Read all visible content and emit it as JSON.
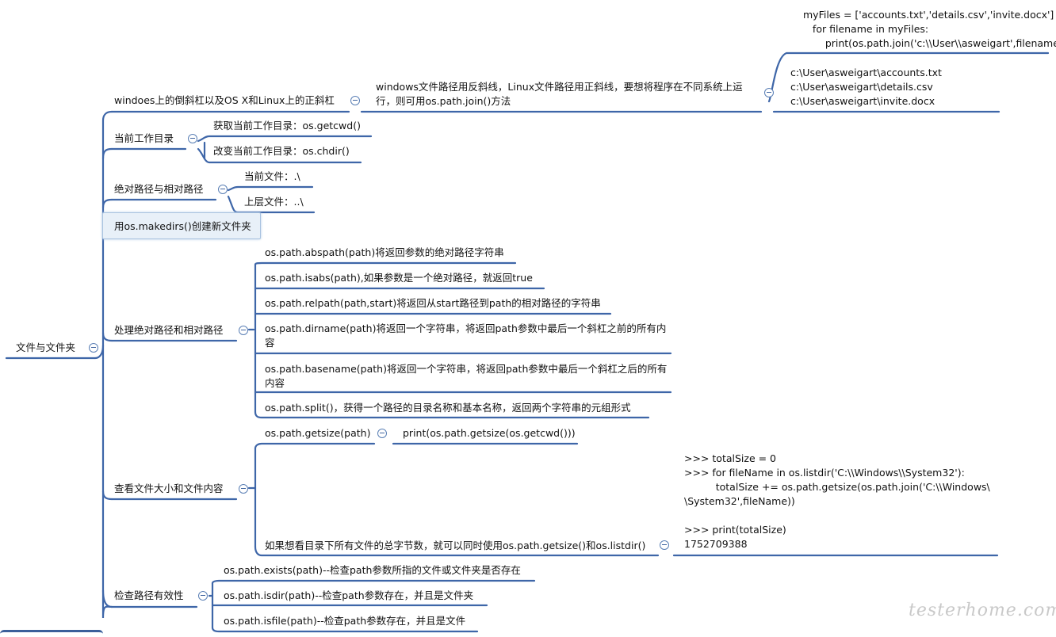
{
  "root": "文件与文件夹",
  "branches": {
    "slashes": "windoes上的倒斜杠以及OS X和Linux上的正斜杠",
    "slashes_desc": "windows文件路径用反斜线，Linux文件路径用正斜线，要想将程序在不同系统上运行，则可用os.path.join()方法",
    "slashes_code": "myFiles = ['accounts.txt','details.csv','invite.docx']\n   for filename in myFiles:\n       print(os.path.join('c:\\\\User\\\\asweigart',filename))",
    "slashes_output": "c:\\User\\asweigart\\accounts.txt\nc:\\User\\asweigart\\details.csv\nc:\\User\\asweigart\\invite.docx",
    "cwd": "当前工作目录",
    "cwd_get": "获取当前工作目录：os.getcwd()",
    "cwd_change": "改变当前工作目录：os.chdir()",
    "absrel": "绝对路径与相对路径",
    "absrel_current": "当前文件：.\\",
    "absrel_parent": "上层文件：..\\",
    "makedirs": "用os.makedirs()创建新文件夹",
    "process": "处理绝对路径和相对路径",
    "process_items": [
      "os.path.abspath(path)将返回参数的绝对路径字符串",
      "os.path.isabs(path),如果参数是一个绝对路径，就返回true",
      "os.path.relpath(path,start)将返回从start路径到path的相对路径的字符串",
      "os.path.dirname(path)将返回一个字符串，将返回path参数中最后一个斜杠之前的所有内容",
      "os.path.basename(path)将返回一个字符串，将返回path参数中最后一个斜杠之后的所有内容",
      "os.path.split()，获得一个路径的目录名称和基本名称，返回两个字符串的元组形式"
    ],
    "size": "查看文件大小和文件内容",
    "size_getsize": "os.path.getsize(path)",
    "size_getsize_example": "print(os.path.getsize(os.getcwd()))",
    "size_total": "如果想看目录下所有文件的总字节数，就可以同时使用os.path.getsize()和os.listdir()",
    "size_total_code": ">>> totalSize = 0\n>>> for fileName in os.listdir('C:\\\\Windows\\\\System32'):\n          totalSize += os.path.getsize(os.path.join('C:\\\\Windows\\\n\\System32',fileName))\n\n>>> print(totalSize)\n1752709388",
    "valid": "检查路径有效性",
    "valid_items": [
      "os.path.exists(path)--检查path参数所指的文件或文件夹是否存在",
      "os.path.isdir(path)--检查path参数存在，并且是文件夹",
      "os.path.isfile(path)--检查path参数存在，并且是文件"
    ]
  },
  "watermark": "testerhome.com",
  "colors": {
    "line": "#3e66a8",
    "box_bg": "#e8f0f8"
  }
}
